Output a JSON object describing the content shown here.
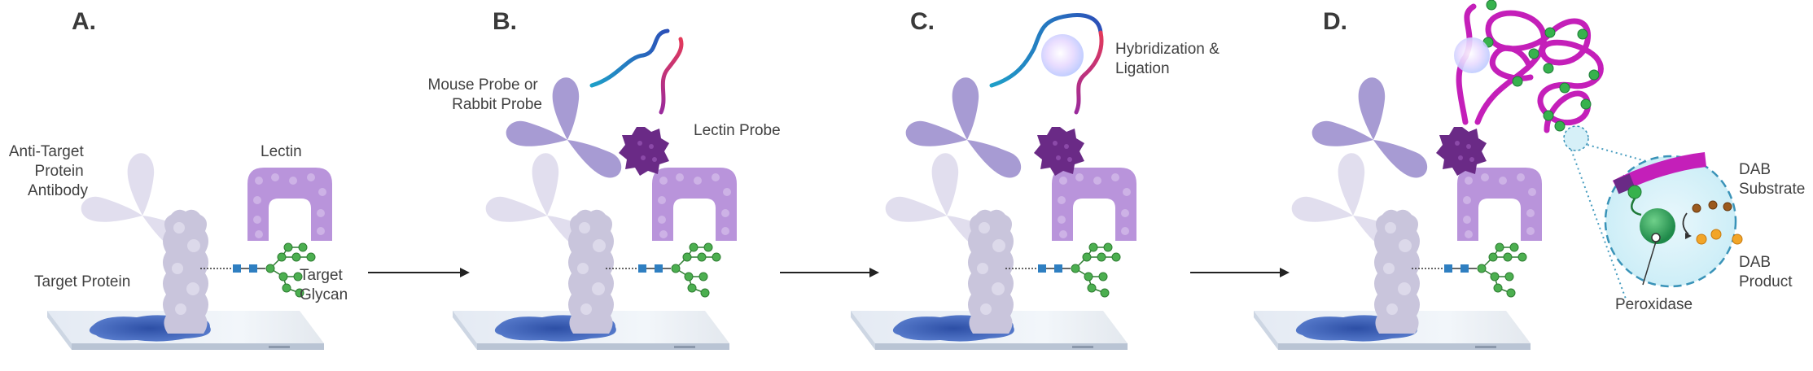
{
  "panels": [
    {
      "letter": "A.",
      "labels": {
        "antibody": [
          "Anti-Target",
          "Protein",
          "Antibody"
        ],
        "lectin": [
          "Lectin"
        ],
        "protein": [
          "Target Protein"
        ],
        "glycan": [
          "Target",
          "Glycan"
        ]
      }
    },
    {
      "letter": "B.",
      "labels": {
        "probe": [
          "Mouse Probe or",
          "Rabbit Probe"
        ],
        "lectin_probe": [
          "Lectin Probe"
        ]
      }
    },
    {
      "letter": "C.",
      "labels": {
        "hybridization": [
          "Hybridization &",
          "Ligation"
        ]
      }
    },
    {
      "letter": "D.",
      "labels": {
        "dab_substrate": [
          "DAB",
          "Substrate"
        ],
        "dab_product": [
          "DAB",
          "Product"
        ],
        "peroxidase": [
          "Peroxidase"
        ]
      }
    }
  ],
  "colors": {
    "antibody": "#d9d6ea",
    "probe_antibody": "#a59ad0",
    "lectin": "#b68fd6",
    "lectin_probe": "#6d2a8a",
    "protein": "#c7c3da",
    "glycan_green": "#4caf50",
    "glycan_blue": "#2f7fc1",
    "stain": "#3f63b8",
    "slide": "#dde6f1",
    "rca_magenta": "#c326b8",
    "arrow": "#222222"
  }
}
